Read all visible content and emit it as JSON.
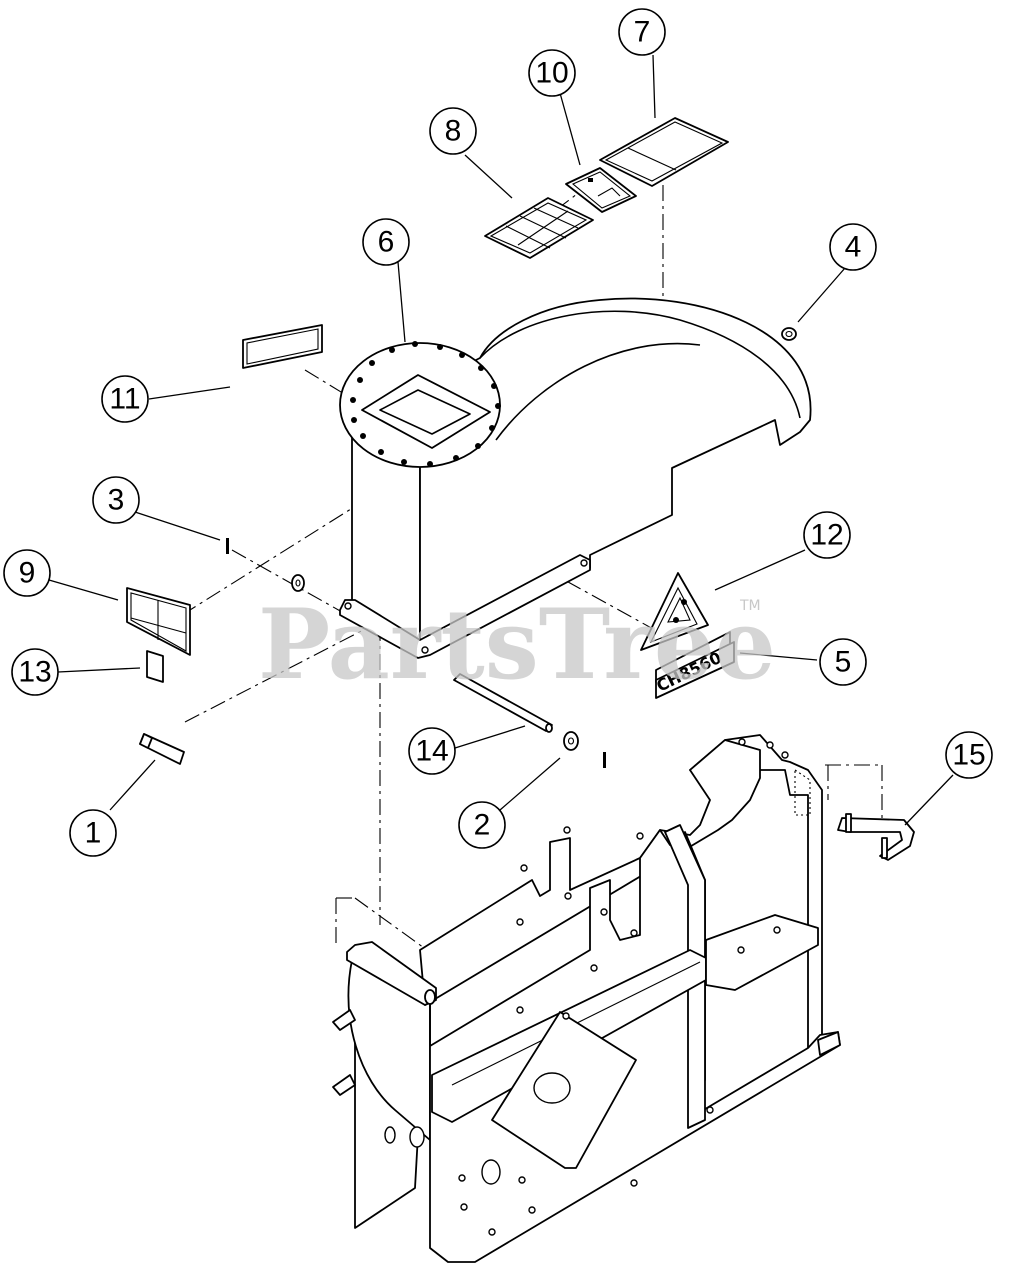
{
  "diagram": {
    "callouts": [
      {
        "num": "1"
      },
      {
        "num": "2"
      },
      {
        "num": "3"
      },
      {
        "num": "4"
      },
      {
        "num": "5"
      },
      {
        "num": "6"
      },
      {
        "num": "7"
      },
      {
        "num": "8"
      },
      {
        "num": "9"
      },
      {
        "num": "10"
      },
      {
        "num": "11"
      },
      {
        "num": "12"
      },
      {
        "num": "13"
      },
      {
        "num": "14"
      },
      {
        "num": "15"
      }
    ],
    "decal_text": "CH8560"
  },
  "watermark": {
    "text": "PartsTree",
    "tm": "TM"
  }
}
